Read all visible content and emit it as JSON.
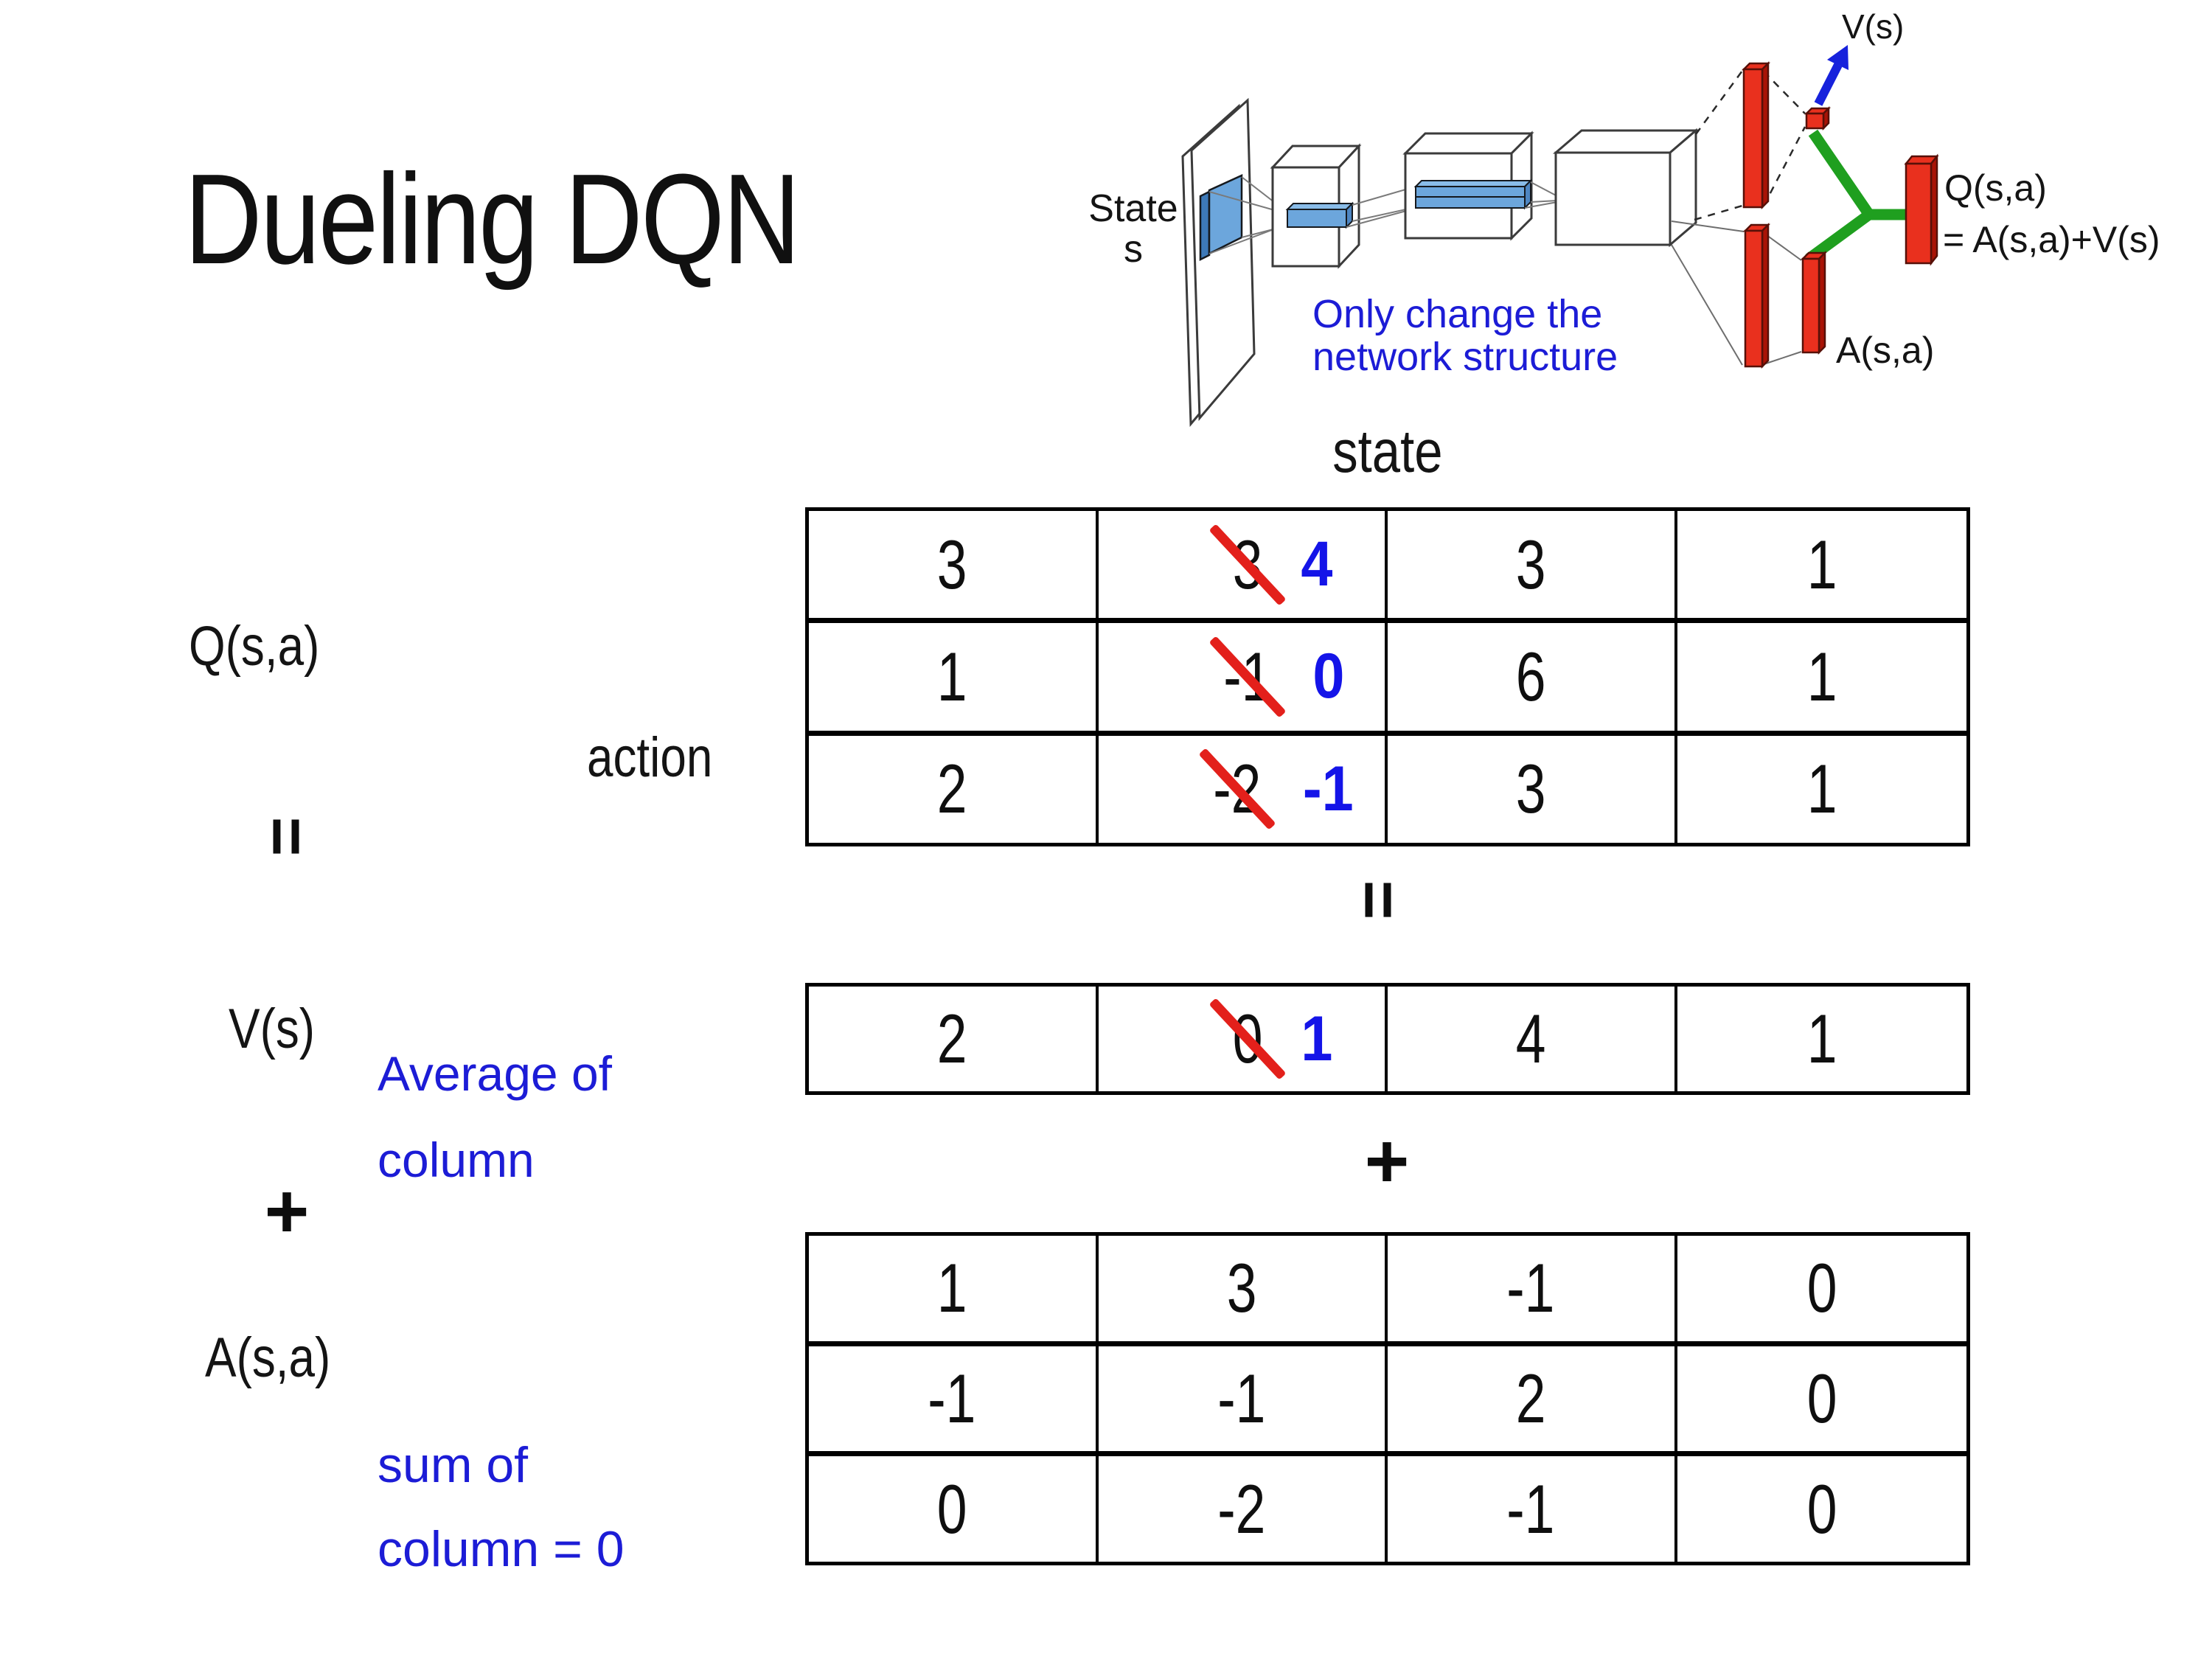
{
  "slide": {
    "title": "Dueling DQN"
  },
  "diagram": {
    "state_label": "State",
    "state_sub": "s",
    "note_line1": "Only change the",
    "note_line2": "network structure",
    "v_out_label": "V(s)",
    "q_out_label": "Q(s,a)",
    "q_out_formula": "= A(s,a)+V(s)",
    "a_out_label": "A(s,a)"
  },
  "matrix": {
    "state_header": "state",
    "action_label": "action",
    "q_label": "Q(s,a)",
    "v_label": "V(s)",
    "a_label": "A(s,a)",
    "eq_left": "=",
    "eq_mid": "=",
    "plus_left": "+",
    "plus_mid": "+",
    "avg_note_line1": "Average of",
    "avg_note_line2": "column",
    "sum_note_line1": "sum of",
    "sum_note_line2": "column = 0"
  },
  "tables": {
    "q": {
      "cells": [
        {
          "v": "3"
        },
        {
          "old": "3",
          "new": "4"
        },
        {
          "v": "3"
        },
        {
          "v": "1"
        },
        {
          "v": "1"
        },
        {
          "old": "-1",
          "new": "0"
        },
        {
          "v": "6"
        },
        {
          "v": "1"
        },
        {
          "v": "2"
        },
        {
          "old": "-2",
          "new": "-1"
        },
        {
          "v": "3"
        },
        {
          "v": "1"
        }
      ]
    },
    "v": {
      "cells": [
        {
          "v": "2"
        },
        {
          "old": "0",
          "new": "1"
        },
        {
          "v": "4"
        },
        {
          "v": "1"
        }
      ]
    },
    "a": {
      "cells": [
        {
          "v": "1"
        },
        {
          "v": "3"
        },
        {
          "v": "-1"
        },
        {
          "v": "0"
        },
        {
          "v": "-1"
        },
        {
          "v": "-1"
        },
        {
          "v": "2"
        },
        {
          "v": "0"
        },
        {
          "v": "0"
        },
        {
          "v": "-2"
        },
        {
          "v": "-1"
        },
        {
          "v": "0"
        }
      ]
    }
  },
  "colors": {
    "annotation_blue": "#1C1CD6",
    "value_blue": "#1414E8",
    "strike_red": "#E3201B",
    "bar_red": "#E9301E",
    "bar_red_dark": "#A91306",
    "merge_green": "#1F9F1F",
    "arrow_blue": "#1722DC",
    "filter_blue": "#6CA6DC"
  }
}
